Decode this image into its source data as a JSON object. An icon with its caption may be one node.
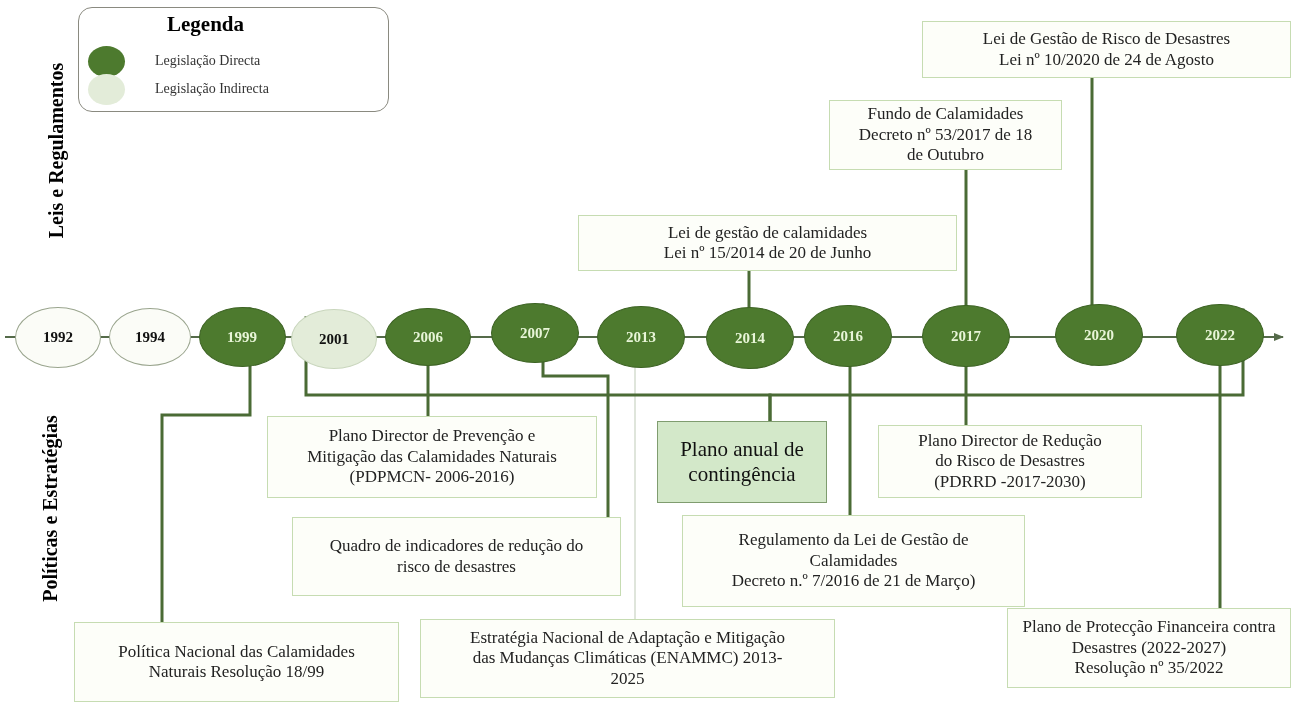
{
  "diagram": {
    "nodes": [
      {
        "text": [
          "1992"
        ]
      },
      {
        "text": [
          "1994"
        ]
      },
      {
        "text": [
          "1999"
        ]
      },
      {
        "text": [
          "2001"
        ]
      },
      {
        "text": [
          "2006"
        ]
      },
      {
        "text": [
          "2007"
        ]
      },
      {
        "text": [
          "2013"
        ]
      },
      {
        "text": [
          "2014"
        ]
      },
      {
        "text": [
          "2016"
        ]
      },
      {
        "text": [
          "2017"
        ]
      },
      {
        "text": [
          "2020"
        ]
      },
      {
        "text": [
          "2022"
        ]
      },
      {
        "text": [
          "Lei de gestão de calamidades",
          "Lei nº 15/2014 de 20 de Junho"
        ]
      },
      {
        "text": [
          "Fundo de Calamidades Decreto nº 53/2017 de 18 de Outubro"
        ]
      },
      {
        "text": [
          "Lei de Gestão de Risco de Desastres",
          "Lei nº 10/2020 de 24 de Agosto"
        ]
      },
      {
        "text": [
          "Plano Director de Prevenção e Mitigação das Calamidades Naturais (PDPMCN- 2006-2016)"
        ]
      },
      {
        "text": [
          "Plano anual de contingência"
        ]
      },
      {
        "text": [
          "Plano Director de Redução do Risco de Desastres (PDRRD -2017-2030)"
        ]
      },
      {
        "text": [
          "Quadro de indicadores de redução do risco de desastres"
        ]
      },
      {
        "text": [
          "Regulamento da Lei de Gestão de Calamidades",
          "Decreto n.º 7/2016 de 21 de Março)"
        ]
      },
      {
        "text": [
          "Política Nacional das Calamidades Naturais Resolução 18/99"
        ]
      },
      {
        "text": [
          "Estratégia Nacional de Adaptação e Mitigação das Mudanças Climáticas (ENAMMC) 2013-2025"
        ]
      },
      {
        "text": [
          "Plano de Protecção Financeira contra Desastres (2022-2027)",
          "Resolução nº 35/2022"
        ]
      }
    ],
    "edges": [
      {
        "from": 7,
        "to": 12,
        "arrow": "none"
      },
      {
        "from": 9,
        "to": 13,
        "arrow": "none"
      },
      {
        "from": 10,
        "to": 14,
        "arrow": "none"
      },
      {
        "from": 2,
        "to": 20,
        "arrow": "none"
      },
      {
        "from": 4,
        "to": 15,
        "arrow": "none"
      },
      {
        "from": 5,
        "to": 18,
        "arrow": "none"
      },
      {
        "from": 6,
        "to": 21,
        "arrow": "none",
        "color": "#d4dccf"
      },
      {
        "from": 8,
        "to": 19,
        "arrow": "none"
      },
      {
        "from": 9,
        "to": 17,
        "arrow": "none"
      },
      {
        "from": 11,
        "to": 22,
        "arrow": "none"
      },
      {
        "from": 3,
        "to": 16,
        "arrow": "none"
      },
      {
        "from": 11,
        "to": 16,
        "arrow": "none"
      }
    ],
    "labels": [
      "Legenda",
      "Leis e Regulamentos",
      "Políticas e Estratégias"
    ],
    "legend": [
      {
        "text": "Legislação Directa",
        "color": "#4d7a2e"
      },
      {
        "text": "Legislação Indirecta",
        "color": "#e3ecd9"
      }
    ]
  }
}
